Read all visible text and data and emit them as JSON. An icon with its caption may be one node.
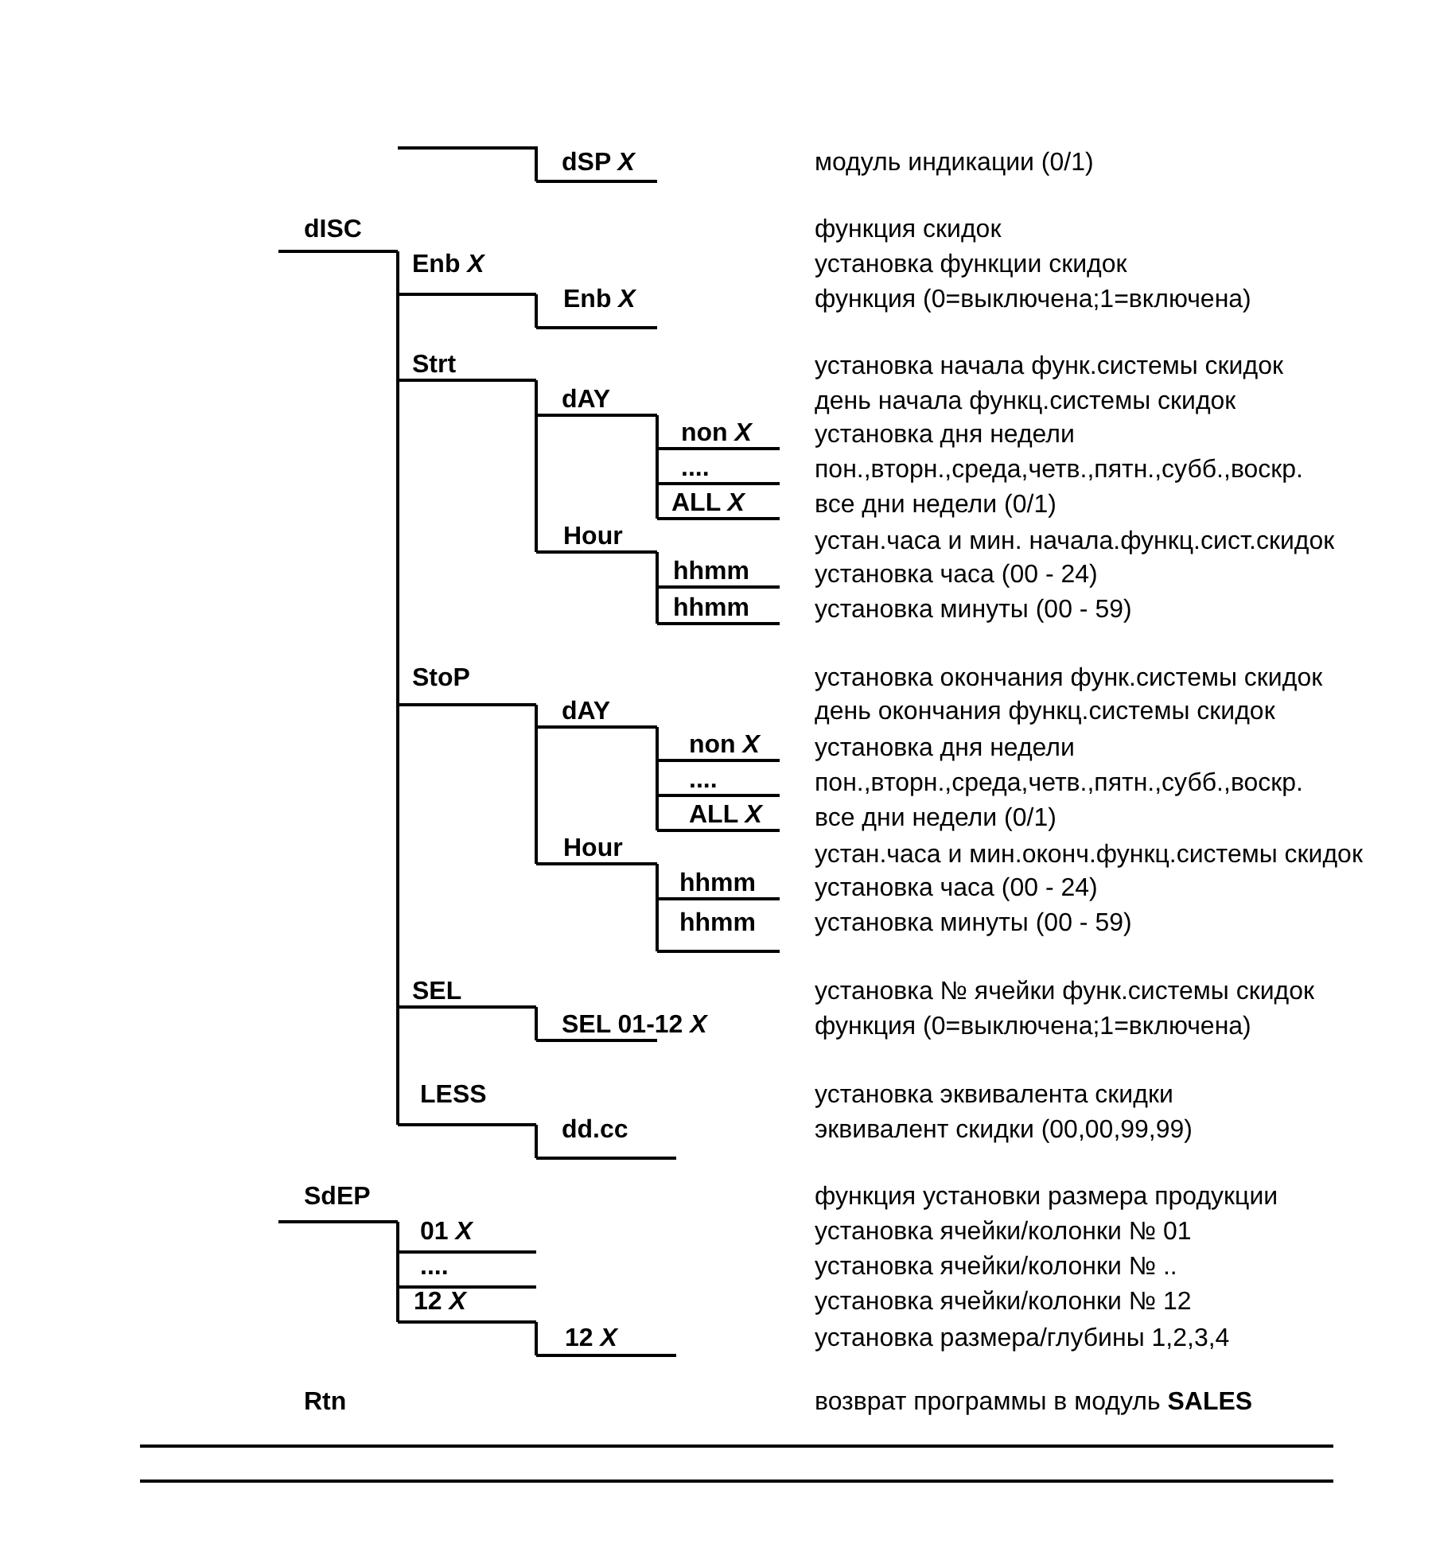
{
  "diagram": {
    "nodes": [
      {
        "text": [
          "dSP *X*"
        ]
      },
      {
        "text": [
          "dISC"
        ]
      },
      {
        "text": [
          "Enb *X*"
        ]
      },
      {
        "text": [
          "Enb *X*"
        ]
      },
      {
        "text": [
          "Strt"
        ]
      },
      {
        "text": [
          "dAY"
        ]
      },
      {
        "text": [
          "non *X*"
        ]
      },
      {
        "text": [
          "...."
        ]
      },
      {
        "text": [
          "ALL *X*"
        ]
      },
      {
        "text": [
          "Hour"
        ]
      },
      {
        "text": [
          "hhmm"
        ]
      },
      {
        "text": [
          "hhmm"
        ]
      },
      {
        "text": [
          "StoP"
        ]
      },
      {
        "text": [
          "dAY"
        ]
      },
      {
        "text": [
          "non *X*"
        ]
      },
      {
        "text": [
          "...."
        ]
      },
      {
        "text": [
          "ALL *X*"
        ]
      },
      {
        "text": [
          "Hour"
        ]
      },
      {
        "text": [
          "hhmm"
        ]
      },
      {
        "text": [
          "hhmm"
        ]
      },
      {
        "text": [
          "SEL"
        ]
      },
      {
        "text": [
          "SEL 01-12 *X*"
        ]
      },
      {
        "text": [
          "LESS"
        ]
      },
      {
        "text": [
          "dd.cc"
        ]
      },
      {
        "text": [
          "SdEP"
        ]
      },
      {
        "text": [
          "01 *X*"
        ]
      },
      {
        "text": [
          "...."
        ]
      },
      {
        "text": [
          "12 *X*"
        ]
      },
      {
        "text": [
          "12 *X*"
        ]
      },
      {
        "text": [
          "Rtn"
        ]
      }
    ],
    "edges": [
      {
        "from": null,
        "to": 0,
        "arrow": "none"
      },
      {
        "from": 1,
        "to": 2,
        "arrow": "none"
      },
      {
        "from": 2,
        "to": 3,
        "arrow": "none"
      },
      {
        "from": 1,
        "to": 4,
        "arrow": "none"
      },
      {
        "from": 4,
        "to": 5,
        "arrow": "none"
      },
      {
        "from": 5,
        "to": 6,
        "arrow": "none"
      },
      {
        "from": 5,
        "to": 7,
        "arrow": "none"
      },
      {
        "from": 5,
        "to": 8,
        "arrow": "none"
      },
      {
        "from": 4,
        "to": 9,
        "arrow": "none"
      },
      {
        "from": 9,
        "to": 10,
        "arrow": "none"
      },
      {
        "from": 9,
        "to": 11,
        "arrow": "none"
      },
      {
        "from": 1,
        "to": 12,
        "arrow": "none"
      },
      {
        "from": 12,
        "to": 13,
        "arrow": "none"
      },
      {
        "from": 13,
        "to": 14,
        "arrow": "none"
      },
      {
        "from": 13,
        "to": 15,
        "arrow": "none"
      },
      {
        "from": 13,
        "to": 16,
        "arrow": "none"
      },
      {
        "from": 12,
        "to": 17,
        "arrow": "none"
      },
      {
        "from": 17,
        "to": 18,
        "arrow": "none"
      },
      {
        "from": 17,
        "to": 19,
        "arrow": "none"
      },
      {
        "from": 1,
        "to": 20,
        "arrow": "none"
      },
      {
        "from": 20,
        "to": 21,
        "arrow": "none"
      },
      {
        "from": 1,
        "to": 22,
        "arrow": "none"
      },
      {
        "from": 22,
        "to": 23,
        "arrow": "none"
      },
      {
        "from": 24,
        "to": 25,
        "arrow": "none"
      },
      {
        "from": 24,
        "to": 26,
        "arrow": "none"
      },
      {
        "from": 24,
        "to": 27,
        "arrow": "none"
      },
      {
        "from": 27,
        "to": 28,
        "arrow": "none"
      }
    ],
    "labels": [
      "модуль индикации (0/1)",
      "функция скидок",
      "установка функции скидок",
      "функция (0=выключена;1=включена)",
      "установка начала функ.системы скидок",
      "день начала функц.системы скидок",
      "установка дня недели",
      "пон.,вторн.,среда,четв.,пятн.,субб.,воскр.",
      "все дни недели (0/1)",
      "устан.часа и мин. начала.функц.сист.скидок",
      "установка часа (00 - 24)",
      "установка минуты (00 - 59)",
      "установка окончания функ.системы скидок",
      "день окончания функц.системы скидок",
      "установка дня недели",
      "пон.,вторн.,среда,четв.,пятн.,субб.,воскр.",
      "все дни недели (0/1)",
      "устан.часа и мин.оконч.функц.системы скидок",
      "установка часа (00 - 24)",
      "установка минуты (00 - 59)",
      "установка № ячейки функ.системы скидок",
      "функция (0=выключена;1=включена)",
      "установка эквивалента скидки",
      "эквивалент скидки (00,00,99,99)",
      "функция установки размера продукции",
      "установка ячейки/колонки № 01",
      "установка ячейки/колонки № ..",
      "установка ячейки/колонки № 12",
      "установка размера/глубины 1,2,3,4",
      "возврат программы в модуль **SALES**"
    ]
  }
}
